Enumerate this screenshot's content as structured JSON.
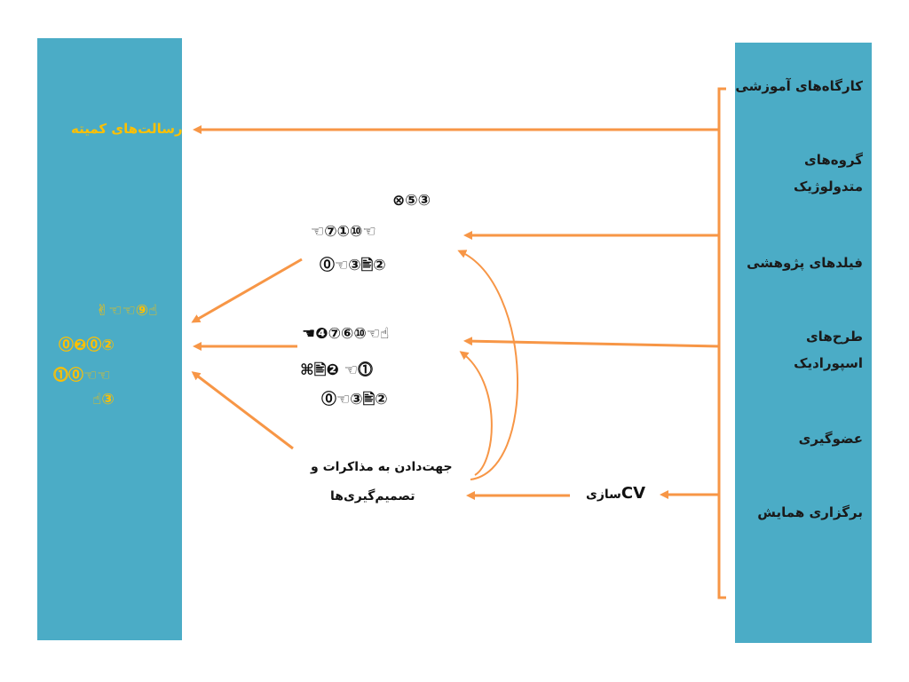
{
  "right_panel": {
    "items": [
      "کارگاه‌های آموزشی",
      "گروه‌های متدولوژیک",
      "فیلدهای پژوهشی",
      "طرح‌های اسپورادیک",
      "عضوگیری",
      "برگزاری همایش"
    ]
  },
  "left_panel": {
    "committee_theses": "رسالت‌های کمیته",
    "output_lines": [
      "✌☜☜⑨☝",
      "⓪❷⓪②",
      "⓵⓪☜☜",
      "☝③"
    ]
  },
  "center": {
    "block1_lines": [
      "⊗⑤③",
      "☜⑦①⑩☜",
      "⓪☜③🖹②"
    ],
    "block2_lines": [
      "☚❹⑦⑥⑩☜☝",
      "⌘🖹❷ ☜⓵",
      "⓪☜③🖹②"
    ],
    "negotiation_lines": [
      "جهت‌دادن به مذاکرات و",
      "تصمیم‌گیری‌ها"
    ],
    "cv_label": "CV",
    "cv_suffix": "سازی"
  },
  "colors": {
    "panel": "#4bacc6",
    "arrow": "#f79646",
    "left_text": "#ffc000",
    "dark_text": "#111111"
  }
}
